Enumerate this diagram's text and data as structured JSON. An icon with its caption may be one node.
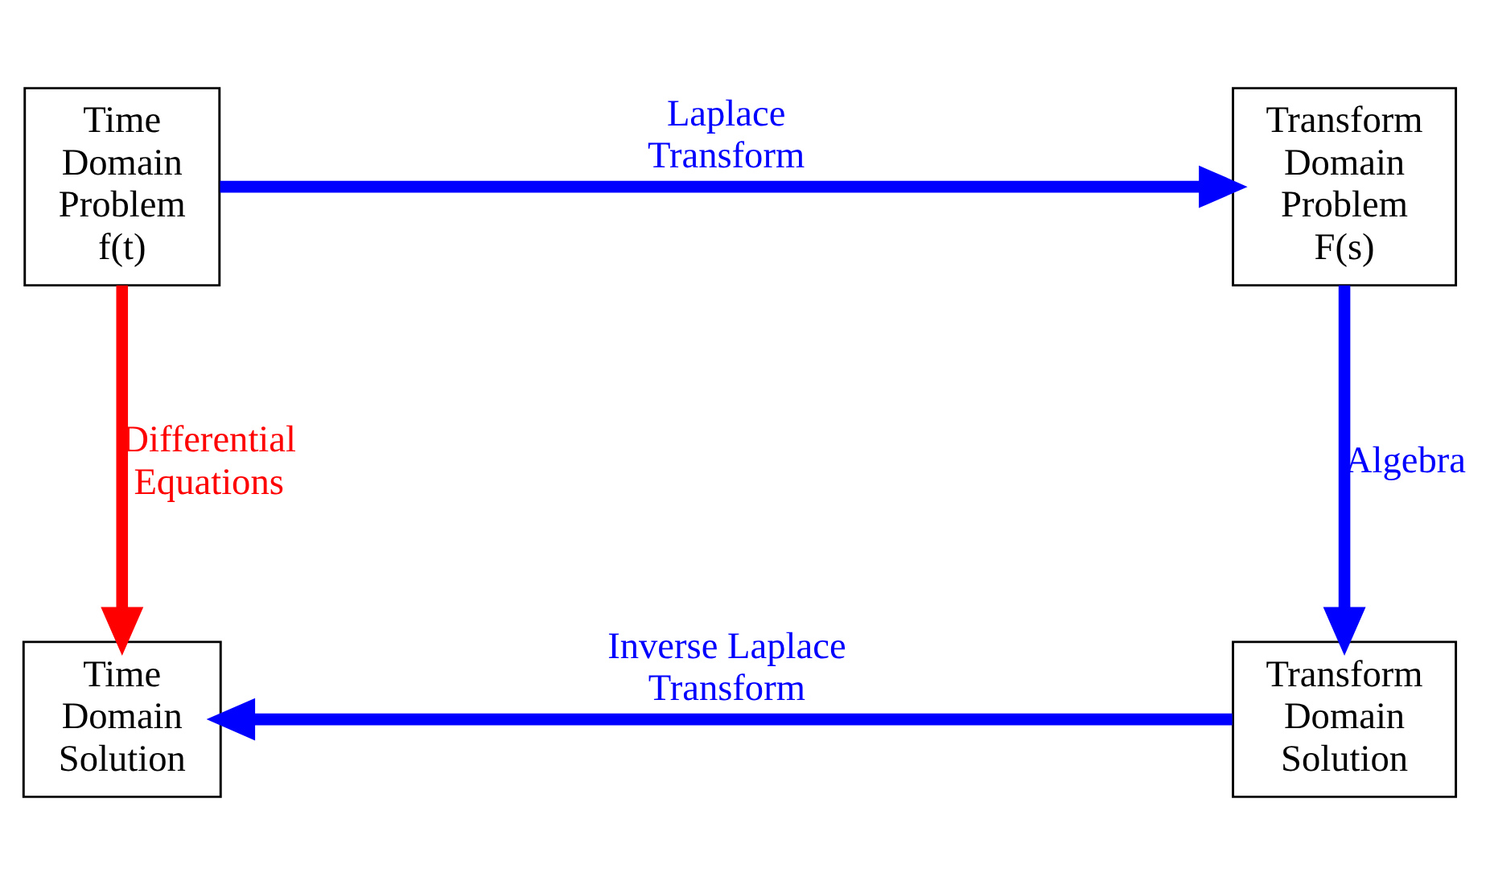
{
  "diagram": {
    "nodes": [
      {
        "text": [
          "Time Domain Problem f(t)"
        ]
      },
      {
        "text": [
          "Transform Domain Problem F(s)"
        ]
      },
      {
        "text": [
          "Time Domain Solution"
        ]
      },
      {
        "text": [
          "Transform Domain Solution"
        ]
      }
    ],
    "edges": [
      {
        "from": 0,
        "to": 1,
        "arrow": "to",
        "label": "Laplace Transform"
      },
      {
        "from": 0,
        "to": 2,
        "arrow": "to",
        "label": "Differential Equations",
        "color": "#ff0000"
      },
      {
        "from": 1,
        "to": 3,
        "arrow": "to",
        "label": "Algebra"
      },
      {
        "from": 3,
        "to": 2,
        "arrow": "to",
        "label": "Inverse Laplace Transform"
      }
    ]
  }
}
